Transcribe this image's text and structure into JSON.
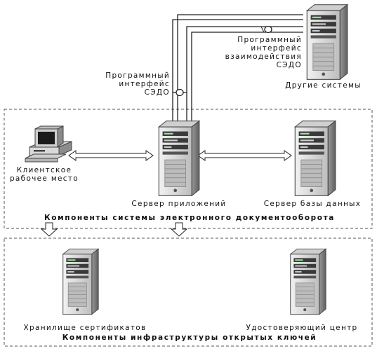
{
  "diagram": {
    "nodes": {
      "client": {
        "label_line1": "Клиентское",
        "label_line2": "рабочее место",
        "icon": "workstation-icon"
      },
      "app_server": {
        "label": "Сервер приложений",
        "icon": "server-icon"
      },
      "db_server": {
        "label": "Сервер базы данных",
        "icon": "server-icon"
      },
      "other_systems": {
        "label": "Другие системы",
        "icon": "server-icon"
      },
      "cert_store": {
        "label": "Хранилище сертификатов",
        "icon": "server-icon"
      },
      "cert_center": {
        "label": "Удостоверяющий центр",
        "icon": "server-icon"
      }
    },
    "interfaces": {
      "left": {
        "line1": "Программный",
        "line2": "интерфейс",
        "line3": "СЭДО"
      },
      "right": {
        "line1": "Программный",
        "line2": "интерфейс",
        "line3": "взаимодействия",
        "line4": "СЭДО"
      }
    },
    "groups": {
      "edms": "Компоненты системы электронного документооборота",
      "pki": "Компоненты инфраструктуры открытых ключей"
    }
  }
}
